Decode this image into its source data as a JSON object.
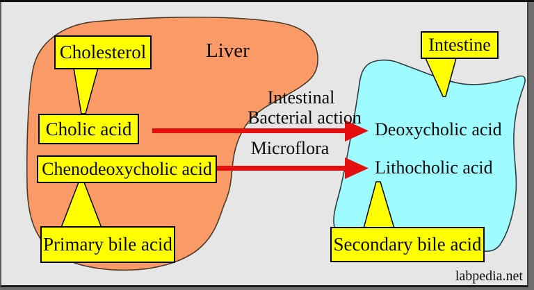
{
  "diagram": {
    "regions": {
      "liver": {
        "label": "Liver",
        "fill": "#FA9A66"
      },
      "intestine": {
        "fill": "#9EFBFF"
      }
    },
    "boxes": {
      "cholesterol": "Cholesterol",
      "cholic": "Cholic acid",
      "chenodeoxycholic": "Chenodeoxycholic acid",
      "primary": "Primary bile acid",
      "intestine": "Intestine",
      "secondary": "Secondary bile acid"
    },
    "free_labels": {
      "intestinal_line1": "Intestinal",
      "intestinal_line2": "Bacterial action",
      "microflora": "Microflora",
      "deoxycholic": "Deoxycholic acid",
      "lithocholic": "Lithocholic acid"
    },
    "arrows": [
      {
        "from": "Cholic acid",
        "to": "Deoxycholic acid",
        "color": "#E60F0F"
      },
      {
        "from": "Chenodeoxycholic acid",
        "to": "Lithocholic acid",
        "color": "#E60F0F"
      }
    ],
    "colors": {
      "background": "#E6E6E6",
      "box_fill": "#FFFF00",
      "liver_fill": "#FA9A66",
      "intestine_fill": "#9EFBFF",
      "arrow_red": "#E60F0F",
      "text": "#0A0A0A"
    },
    "watermark": "labpedia.net"
  }
}
